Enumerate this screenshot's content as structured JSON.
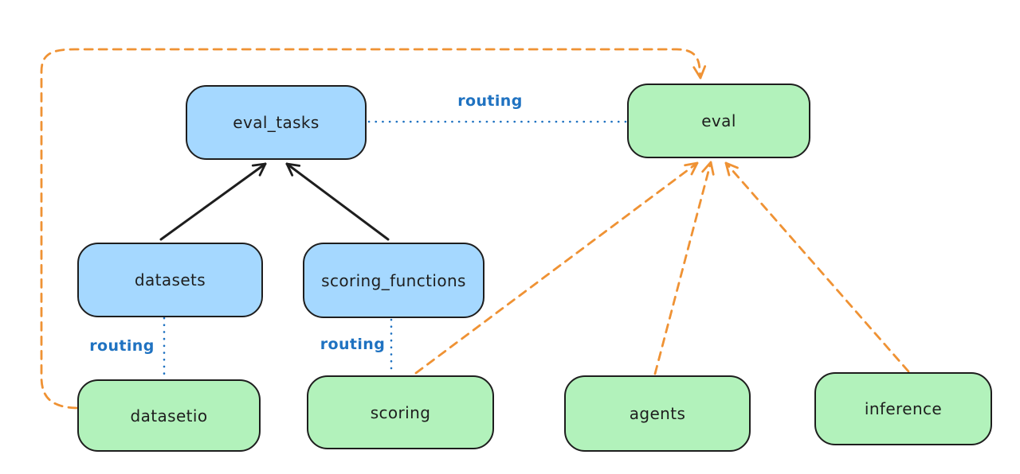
{
  "colors": {
    "background": "#ffffff",
    "node_stroke": "#1e1e1e",
    "api_fill": "#a5d8ff",
    "provider_fill": "#b2f2bb",
    "routing": "#1f72c1",
    "dependency": "#ef9234",
    "text": "#1e1e1e"
  },
  "nodes": {
    "eval_tasks": {
      "label": "eval_tasks",
      "kind": "api"
    },
    "eval": {
      "label": "eval",
      "kind": "provider"
    },
    "datasets": {
      "label": "datasets",
      "kind": "api"
    },
    "scoring_functions": {
      "label": "scoring_functions",
      "kind": "api"
    },
    "datasetio": {
      "label": "datasetio",
      "kind": "provider"
    },
    "scoring": {
      "label": "scoring",
      "kind": "provider"
    },
    "agents": {
      "label": "agents",
      "kind": "provider"
    },
    "inference": {
      "label": "inference",
      "kind": "provider"
    }
  },
  "edge_labels": {
    "eval_tasks_eval": "routing",
    "datasets_datasetio": "routing",
    "scoring_functions_scoring": "routing"
  },
  "edges": [
    {
      "from": "datasets",
      "to": "eval_tasks",
      "style": "solid-arrow"
    },
    {
      "from": "scoring_functions",
      "to": "eval_tasks",
      "style": "solid-arrow"
    },
    {
      "from": "eval_tasks",
      "to": "eval",
      "style": "dotted",
      "label": "routing"
    },
    {
      "from": "datasets",
      "to": "datasetio",
      "style": "dotted",
      "label": "routing"
    },
    {
      "from": "scoring_functions",
      "to": "scoring",
      "style": "dotted",
      "label": "routing"
    },
    {
      "from": "datasetio",
      "to": "eval",
      "style": "dashed-arrow"
    },
    {
      "from": "scoring",
      "to": "eval",
      "style": "dashed-arrow"
    },
    {
      "from": "agents",
      "to": "eval",
      "style": "dashed-arrow"
    },
    {
      "from": "inference",
      "to": "eval",
      "style": "dashed-arrow"
    }
  ]
}
